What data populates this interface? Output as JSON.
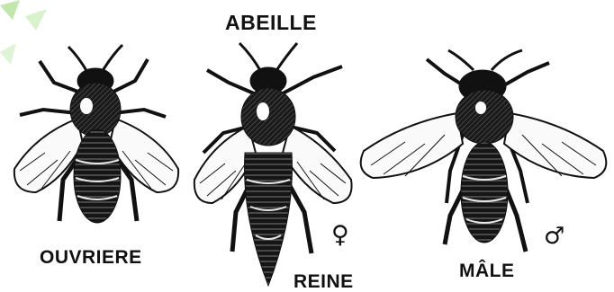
{
  "title": "ABEILLE",
  "castes": {
    "worker": {
      "label": "OUVRIERE"
    },
    "queen": {
      "label": "REINE",
      "sex_symbol": "♀"
    },
    "drone": {
      "label": "MÂLE",
      "sex_symbol": "♂"
    }
  },
  "colors": {
    "ink": "#111111",
    "background": "#ffffff",
    "watermark": "#8fd46a"
  }
}
